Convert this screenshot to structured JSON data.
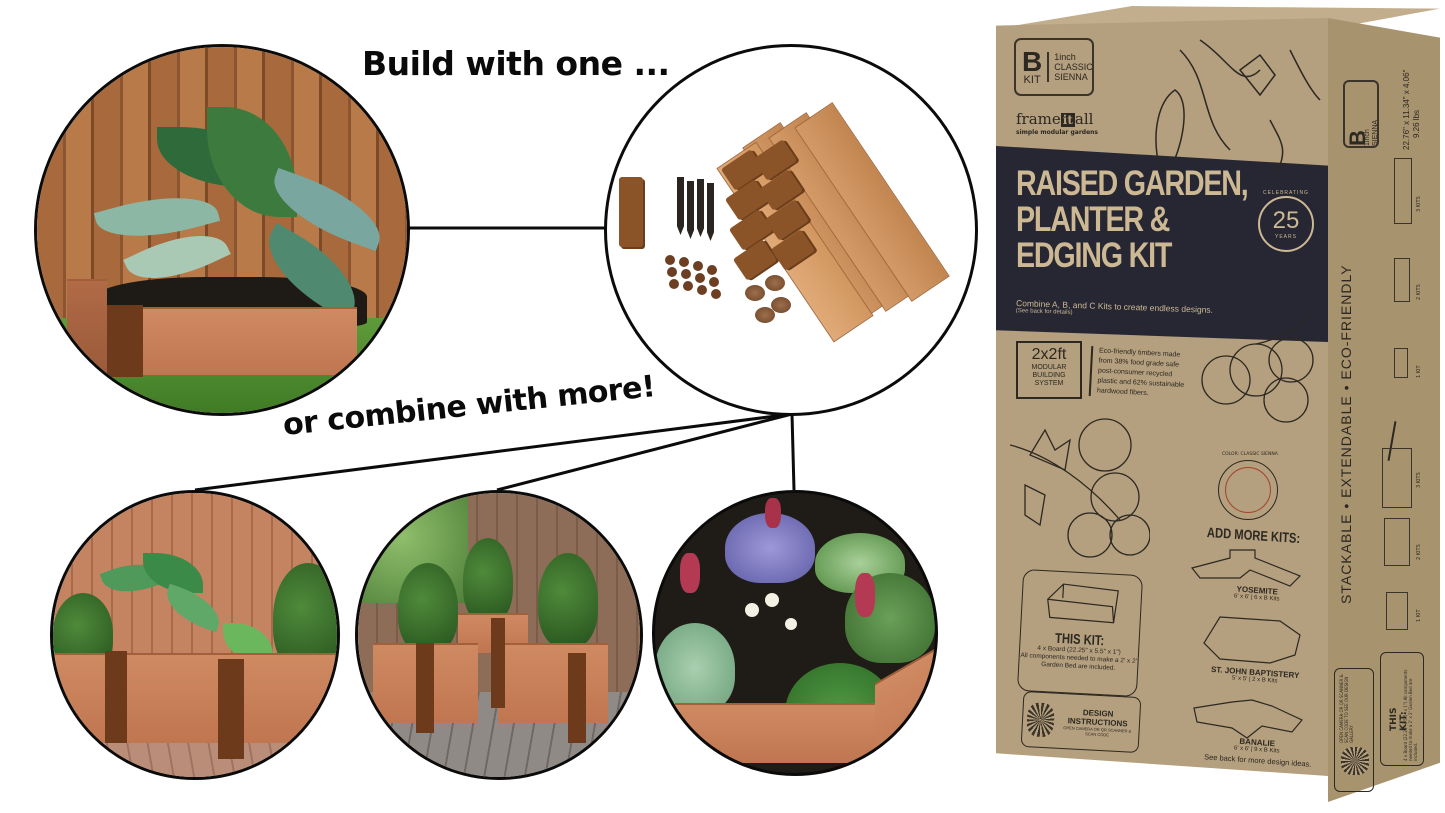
{
  "headings": {
    "build": "Build with one ...",
    "combine": "or combine with more!"
  },
  "images": {
    "single_bed": "single-raised-bed-photo",
    "kit_parts": "kit-parts-photo",
    "combo_1": "long-bed-against-fence-photo",
    "combo_2": "tiered-corner-bed-on-deck-photo",
    "combo_3": "octagon-flower-bed-photo"
  },
  "colors": {
    "outline": "#0b0b0b",
    "box_kraft": "#b49f7e",
    "box_band": "#262733",
    "box_gold_text": "#cdb894",
    "sienna": "#c07650"
  },
  "box": {
    "kit_letter": "B",
    "kit_word": "KIT",
    "spec_size": "1inch",
    "spec_color": [
      "CLASSIC",
      "SIENNA"
    ],
    "brand_pre": "frame",
    "brand_it": "it",
    "brand_post": "all",
    "brand_tagline": "simple modular gardens",
    "title_lines": [
      "RAISED GARDEN,",
      "PLANTER &",
      "EDGING KIT"
    ],
    "anniversary": {
      "top": "CELEBRATING",
      "number": "25",
      "bottom": "YEARS"
    },
    "tagline": "Combine A, B, and C Kits to create endless designs.",
    "tagline_note": "(See back for details)",
    "system": {
      "size": "2x2ft",
      "line1": "MODULAR",
      "line2": "BUILDING SYSTEM"
    },
    "eco_text": "Eco-friendly timbers made from 38% food grade safe post-consumer recycled plastic and 62% sustainable hardwood fibers.",
    "color_label": "COLOR: CLASSIC SIENNA",
    "add_more": "ADD MORE KITS:",
    "designs": [
      {
        "name": "YOSEMITE",
        "detail": "6' x 6' | 6 x B Kits"
      },
      {
        "name": "ST. JOHN BAPTISTERY",
        "detail": "5' x 5' | 2 x B Kits"
      },
      {
        "name": "BANALIE",
        "detail": "6' x 6' | 9 x B Kits"
      }
    ],
    "see_back": "See back for more design ideas.",
    "this_kit": {
      "title": "THIS KIT:",
      "line1": "4 x Board (22.25\" x 5.5\" x 1\")",
      "line2": "All components needed to make a 2' x 2' Garden Bed are included."
    },
    "design_instructions": {
      "title": "DESIGN INSTRUCTIONS",
      "sub": "OPEN CAMERA OR QR SCANNER & SCAN CODE"
    },
    "side": {
      "dimensions": "22.76\" x 11.34\" x 4.06\"",
      "weight": "9.26 lbs",
      "features": "STACKABLE • EXTENDABLE • ECO-FRIENDLY",
      "stack_labels": [
        "3 KITS",
        "2 KITS",
        "1 KIT"
      ],
      "extend_labels": [
        "3 KITS",
        "2 KITS",
        "1 KIT"
      ],
      "gallery_text": "OPEN CAMERA OR QR SCANNER & SCAN CODE TO SEE OUR DESIGN GALLERY",
      "this_kit_title": "THIS KIT:",
      "this_kit_text": "4 x Board (22.25\" x 5.5\" x 1\") All components needed to make a 2' x 2' Garden Bed are included."
    }
  }
}
